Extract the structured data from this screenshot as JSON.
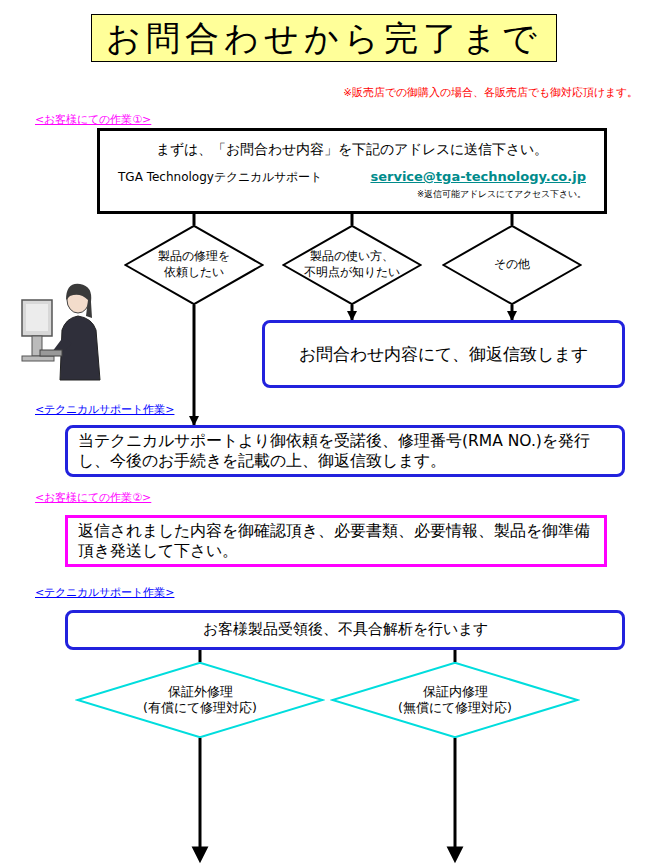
{
  "diagram": {
    "title": "お問合わせから完了まで",
    "nodes": [
      {
        "text": [
          "まずは、「お問合わせ内容」を下記のアドレスに送信下さい。",
          "TGA Technologyテクニカルサポート",
          "service@tga-technology.co.jp",
          "※返信可能アドレスにてアクセス下さい。"
        ]
      },
      {
        "text": [
          "製品の修理を 依頼したい"
        ]
      },
      {
        "text": [
          "製品の使い方、 不明点が知りたい"
        ]
      },
      {
        "text": [
          "その他"
        ]
      },
      {
        "text": [
          "お問合わせ内容にて、御返信致します"
        ]
      },
      {
        "text": [
          "当テクニカルサポートより御依頼を受諾後、修理番号(RMA NO.)を発行し、今後のお手続きを記載の上、御返信致します。"
        ]
      },
      {
        "text": [
          "返信されました内容を御確認頂き、必要書類、必要情報、製品を御準備頂き発送して下さい。"
        ]
      },
      {
        "text": [
          "お客様製品受領後、不具合解析を行います"
        ]
      },
      {
        "text": [
          "保証外修理 (有償にて修理対応)"
        ]
      },
      {
        "text": [
          "保証内修理 (無償にて修理対応)"
        ]
      }
    ],
    "edges": [
      {
        "from": 0,
        "to": 1,
        "arrow": "none"
      },
      {
        "from": 0,
        "to": 2,
        "arrow": "none"
      },
      {
        "from": 0,
        "to": 3,
        "arrow": "none"
      },
      {
        "from": 2,
        "to": 4,
        "arrow": "to"
      },
      {
        "from": 3,
        "to": 4,
        "arrow": "to"
      },
      {
        "from": 1,
        "to": 5,
        "arrow": "to"
      },
      {
        "from": 7,
        "to": 8,
        "arrow": "none"
      },
      {
        "from": 7,
        "to": 9,
        "arrow": "none"
      }
    ],
    "labels": [
      "※販売店での御購入の場合、各販売店でも御対応頂けます。",
      "<お客様にての作業①>",
      "<テクニカルサポート作業>",
      "<お客様にての作業②>",
      "<テクニカルサポート作業>"
    ]
  }
}
